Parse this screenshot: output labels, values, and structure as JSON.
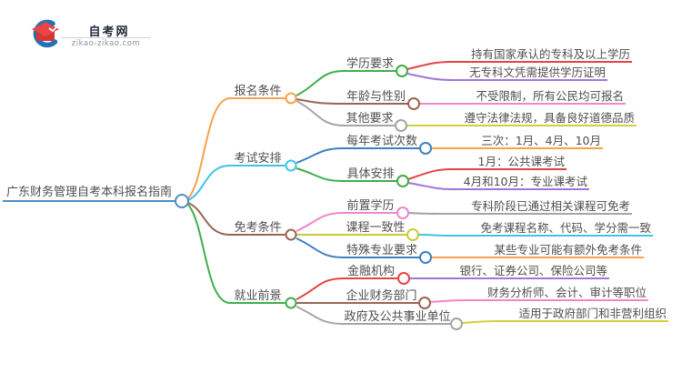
{
  "logo": {
    "title": "自考网",
    "domain": "zikao-zikao.com",
    "icon": "graduation-cap-icon"
  },
  "root": {
    "label": "广东财务管理自考本科报名指南"
  },
  "branches": [
    {
      "label": "报名条件",
      "children": [
        {
          "label": "学历要求",
          "leaves": [
            "持有国家承认的专科及以上学历",
            "无专科文凭需提供学历证明"
          ]
        },
        {
          "label": "年龄与性别",
          "leaves": [
            "不受限制，所有公民均可报名"
          ]
        },
        {
          "label": "其他要求",
          "leaves": [
            "遵守法律法规，具备良好道德品质"
          ]
        }
      ]
    },
    {
      "label": "考试安排",
      "children": [
        {
          "label": "每年考试次数",
          "leaves": [
            "三次：1月、4月、10月"
          ]
        },
        {
          "label": "具体安排",
          "leaves": [
            "1月：公共课考试",
            "4月和10月：专业课考试"
          ]
        }
      ]
    },
    {
      "label": "免考条件",
      "children": [
        {
          "label": "前置学历",
          "leaves": [
            "专科阶段已通过相关课程可免考"
          ]
        },
        {
          "label": "课程一致性",
          "leaves": [
            "免考课程名称、代码、学分需一致"
          ]
        },
        {
          "label": "特殊专业要求",
          "leaves": [
            "某些专业可能有额外免考条件"
          ]
        }
      ]
    },
    {
      "label": "就业前景",
      "children": [
        {
          "label": "金融机构",
          "leaves": [
            "银行、证券公司、保险公司等"
          ]
        },
        {
          "label": "企业财务部门",
          "leaves": [
            "财务分析师、会计、审计等职位"
          ]
        },
        {
          "label": "政府及公共事业单位",
          "leaves": [
            "适用于政府部门和非营利组织"
          ]
        }
      ]
    }
  ],
  "colors": {
    "root_blue": "#4e8fc0",
    "orange": "#f7a14d",
    "cyan": "#41c3e8",
    "brown": "#9a6455",
    "green": "#3eae49",
    "gray": "#a5a5a5",
    "red": "#e54444",
    "purple": "#a175d8",
    "pink": "#f185cb",
    "olive": "#c9ca35",
    "yellow": "#d2cf3e",
    "text": "#4f4f4f",
    "logo_blue": "#2273b5",
    "logo_red": "#e04040"
  }
}
